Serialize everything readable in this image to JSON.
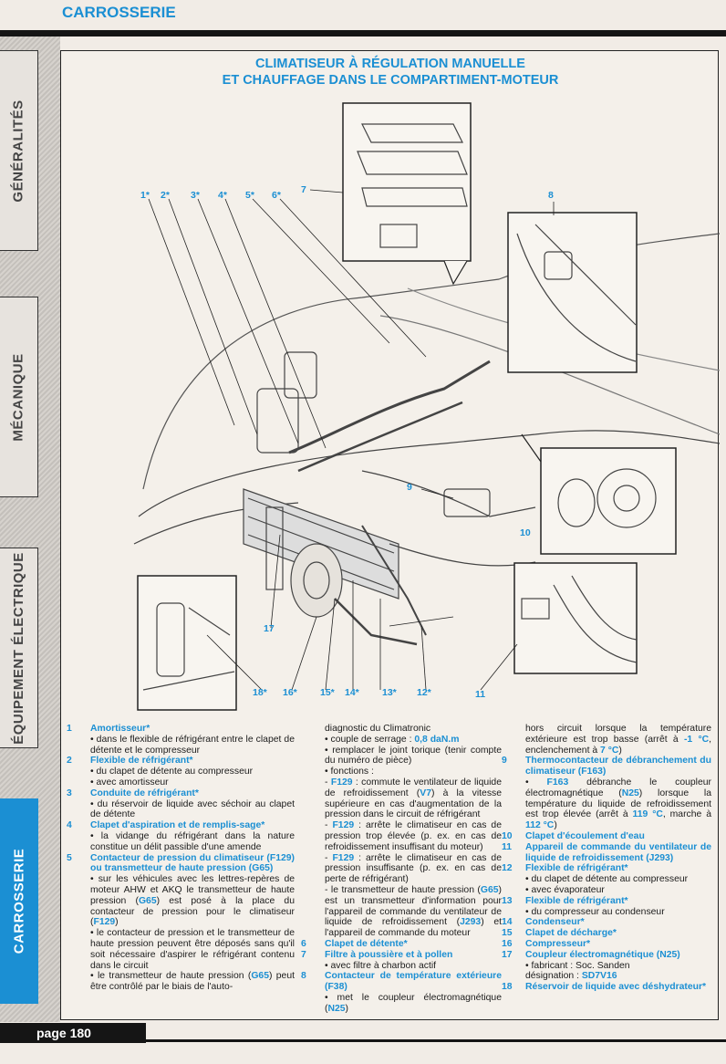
{
  "header": {
    "section": "CARROSSERIE"
  },
  "sidebar": {
    "tabs": [
      {
        "label": "GÉNÉRALITÉS"
      },
      {
        "label": "MÉCANIQUE"
      },
      {
        "label": "ÉQUIPEMENT ÉLECTRIQUE"
      },
      {
        "label": "CARROSSERIE",
        "active": true
      }
    ]
  },
  "title": {
    "line1": "CLIMATISEUR À RÉGULATION MANUELLE",
    "line2": "ET CHAUFFAGE DANS LE COMPARTIMENT-MOTEUR"
  },
  "diagram": {
    "callouts": [
      "1*",
      "2*",
      "3*",
      "4*",
      "5*",
      "6*",
      "7",
      "8",
      "9",
      "10",
      "11",
      "12*",
      "13*",
      "14*",
      "15*",
      "16*",
      "17",
      "18*"
    ]
  },
  "legend": {
    "columns": [
      [
        {
          "num": "1",
          "head": "Amortisseur*"
        },
        {
          "b": [
            {
              "t": "• dans le flexible de réfrigérant entre le clapet de détente et le compresseur"
            }
          ]
        },
        {
          "num": "2",
          "head": "Flexible de réfrigérant*"
        },
        {
          "b": [
            {
              "t": "• du clapet de détente au compresseur"
            }
          ]
        },
        {
          "b": [
            {
              "t": "• avec amortisseur"
            }
          ]
        },
        {
          "num": "3",
          "head": "Conduite de réfrigérant*"
        },
        {
          "b": [
            {
              "t": "• du réservoir de liquide avec séchoir au clapet de détente"
            }
          ]
        },
        {
          "num": "4",
          "head": "Clapet d'aspiration et de remplis-sage*"
        },
        {
          "b": [
            {
              "t": "• la vidange du réfrigérant dans la nature constitue un délit passible d'une amende"
            }
          ]
        },
        {
          "num": "5",
          "head": "Contacteur de pression du climatiseur (F129) ou transmetteur de haute pression (G65)"
        },
        {
          "b": [
            {
              "t": "• sur les véhicules avec les lettres-repères de moteur AHW et AKQ le transmetteur de haute pression ("
            },
            {
              "t": "G65",
              "hl": true
            },
            {
              "t": ") est posé à la place du contacteur de pression pour le climatiseur ("
            },
            {
              "t": "F129",
              "hl": true
            },
            {
              "t": ")"
            }
          ]
        },
        {
          "b": [
            {
              "t": "• le contacteur de pression et le transmetteur de haute pression peuvent être déposés sans qu'il soit nécessaire d'aspirer le réfrigérant contenu dans le circuit"
            }
          ]
        },
        {
          "b": [
            {
              "t": "• le transmetteur de haute pression ("
            },
            {
              "t": "G65",
              "hl": true
            },
            {
              "t": ") peut être contrôlé par le biais de l'auto-"
            }
          ]
        }
      ],
      [
        {
          "b": [
            {
              "t": "diagnostic du Climatronic"
            }
          ]
        },
        {
          "b": [
            {
              "t": "• couple de serrage : "
            },
            {
              "t": "0,8 daN.m",
              "hl": true
            }
          ]
        },
        {
          "b": [
            {
              "t": "• remplacer le joint torique (tenir compte du numéro de pièce)"
            }
          ]
        },
        {
          "b": [
            {
              "t": "• fonctions :"
            }
          ]
        },
        {
          "b": [
            {
              "t": "- "
            },
            {
              "t": "F129",
              "hl": true
            },
            {
              "t": " : commute le ventilateur de liquide de refroidissement ("
            },
            {
              "t": "V7",
              "hl": true
            },
            {
              "t": ") à la vitesse supérieure en cas d'augmentation de la pression dans le circuit de réfrigérant"
            }
          ]
        },
        {
          "b": [
            {
              "t": "- "
            },
            {
              "t": "F129",
              "hl": true
            },
            {
              "t": " : arrête le climatiseur en cas de pression trop élevée (p. ex. en cas de refroidissement insuffisant du moteur)"
            }
          ]
        },
        {
          "b": [
            {
              "t": "- "
            },
            {
              "t": "F129",
              "hl": true
            },
            {
              "t": " : arrête le climatiseur en cas de pression insuffisante (p. ex. en cas de perte de réfrigérant)"
            }
          ]
        },
        {
          "b": [
            {
              "t": "- le transmetteur de haute pression ("
            },
            {
              "t": "G65",
              "hl": true
            },
            {
              "t": ") est un transmetteur d'information pour l'appareil de commande du ventilateur de liquide de refroidissement ("
            },
            {
              "t": "J293",
              "hl": true
            },
            {
              "t": ") et l'appareil de commande du moteur"
            }
          ]
        },
        {
          "num": "6",
          "head": "Clapet de détente*"
        },
        {
          "num": "7",
          "head": "Filtre à poussière et à pollen"
        },
        {
          "b": [
            {
              "t": "• avec filtre à charbon actif"
            }
          ]
        },
        {
          "num": "8",
          "head": "Contacteur de température extérieure (F38)"
        },
        {
          "b": [
            {
              "t": "• met le coupleur électromagnétique ("
            },
            {
              "t": "N25",
              "hl": true
            },
            {
              "t": ")"
            }
          ]
        }
      ],
      [
        {
          "b": [
            {
              "t": "hors circuit lorsque la température extérieure est trop basse (arrêt à "
            },
            {
              "t": "-1 °C",
              "hl": true
            },
            {
              "t": ", enclenchement à "
            },
            {
              "t": "7 °C",
              "hl": true
            },
            {
              "t": ")"
            }
          ]
        },
        {
          "num": "9",
          "head": "Thermocontacteur de débranchement du climatiseur (F163)"
        },
        {
          "b": [
            {
              "t": "• "
            },
            {
              "t": "F163",
              "hl": true
            },
            {
              "t": " débranche le coupleur électromagnétique ("
            },
            {
              "t": "N25",
              "hl": true
            },
            {
              "t": ") lorsque la température du liquide de refroidissement est trop élevée (arrêt à "
            },
            {
              "t": "119 °C",
              "hl": true
            },
            {
              "t": ", marche à "
            },
            {
              "t": "112 °C",
              "hl": true
            },
            {
              "t": ")"
            }
          ]
        },
        {
          "num": "10",
          "head": "Clapet d'écoulement d'eau"
        },
        {
          "num": "11",
          "head": "Appareil de commande du ventilateur de liquide de refroidissement (J293)"
        },
        {
          "num": "12",
          "head": "Flexible de réfrigérant*"
        },
        {
          "b": [
            {
              "t": "• du clapet de détente au compresseur"
            }
          ]
        },
        {
          "b": [
            {
              "t": "• avec évaporateur"
            }
          ]
        },
        {
          "num": "13",
          "head": "Flexible de réfrigérant*"
        },
        {
          "b": [
            {
              "t": "• du compresseur au condenseur"
            }
          ]
        },
        {
          "num": "14",
          "head": "Condenseur*"
        },
        {
          "num": "15",
          "head": "Clapet de décharge*"
        },
        {
          "num": "16",
          "head": "Compresseur*"
        },
        {
          "num": "17",
          "head": "Coupleur électromagnétique (N25)"
        },
        {
          "b": [
            {
              "t": "• fabricant : Soc. Sanden"
            }
          ]
        },
        {
          "b": [
            {
              "t": "désignation : "
            },
            {
              "t": "SD7V16",
              "hl": true
            }
          ]
        },
        {
          "num": "18",
          "head": "Réservoir de liquide avec déshydrateur*"
        }
      ]
    ]
  },
  "footer": {
    "page": "page 180"
  }
}
